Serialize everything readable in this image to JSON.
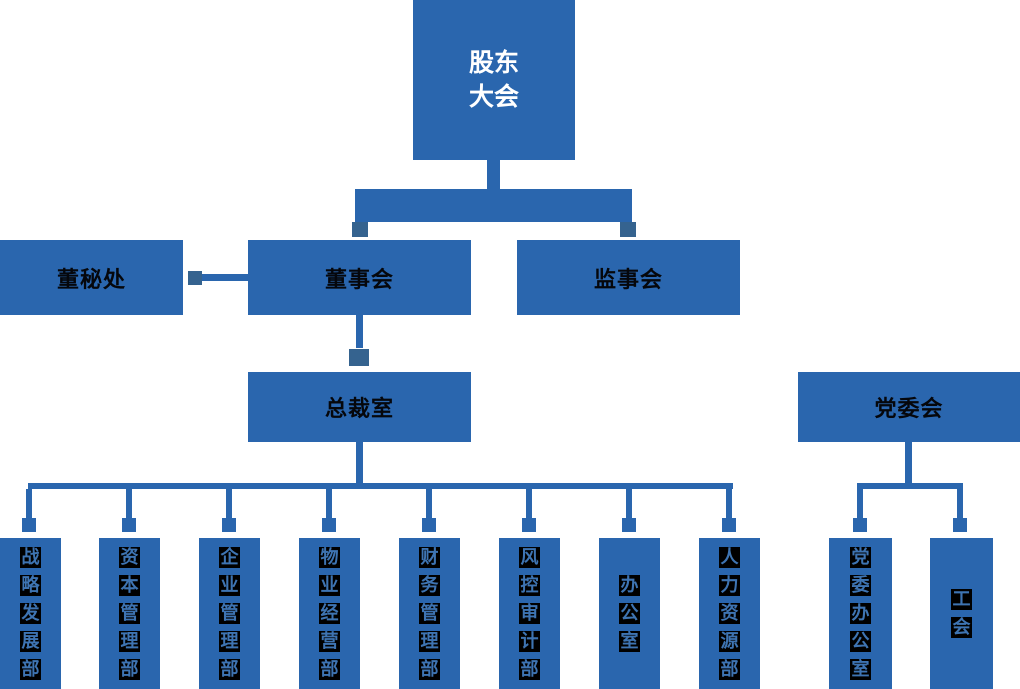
{
  "colors": {
    "box_blue": "#2a66ae",
    "connector_blue": "#2a66ae",
    "node_square_blue": "#35638f",
    "root_text": "#ffffff",
    "label_text": "#05070c",
    "chip_bg": "#000000",
    "chip_glyph_blue": "#3e74b2"
  },
  "org_chart": {
    "root": {
      "label": "股东大会",
      "lines": [
        "股东",
        "大会"
      ]
    },
    "level2": {
      "board_secretary_office": "董秘处",
      "board_of_directors": "董事会",
      "supervisory_board": "监事会"
    },
    "level3": {
      "president_office": "总裁室",
      "party_committee": "党委会"
    },
    "departments": [
      "战略发展部",
      "资本管理部",
      "企业管理部",
      "物业经营部",
      "财务管理部",
      "风控审计部",
      "办公室",
      "人力资源部"
    ],
    "party_departments": [
      "党委办公室",
      "工会"
    ]
  }
}
